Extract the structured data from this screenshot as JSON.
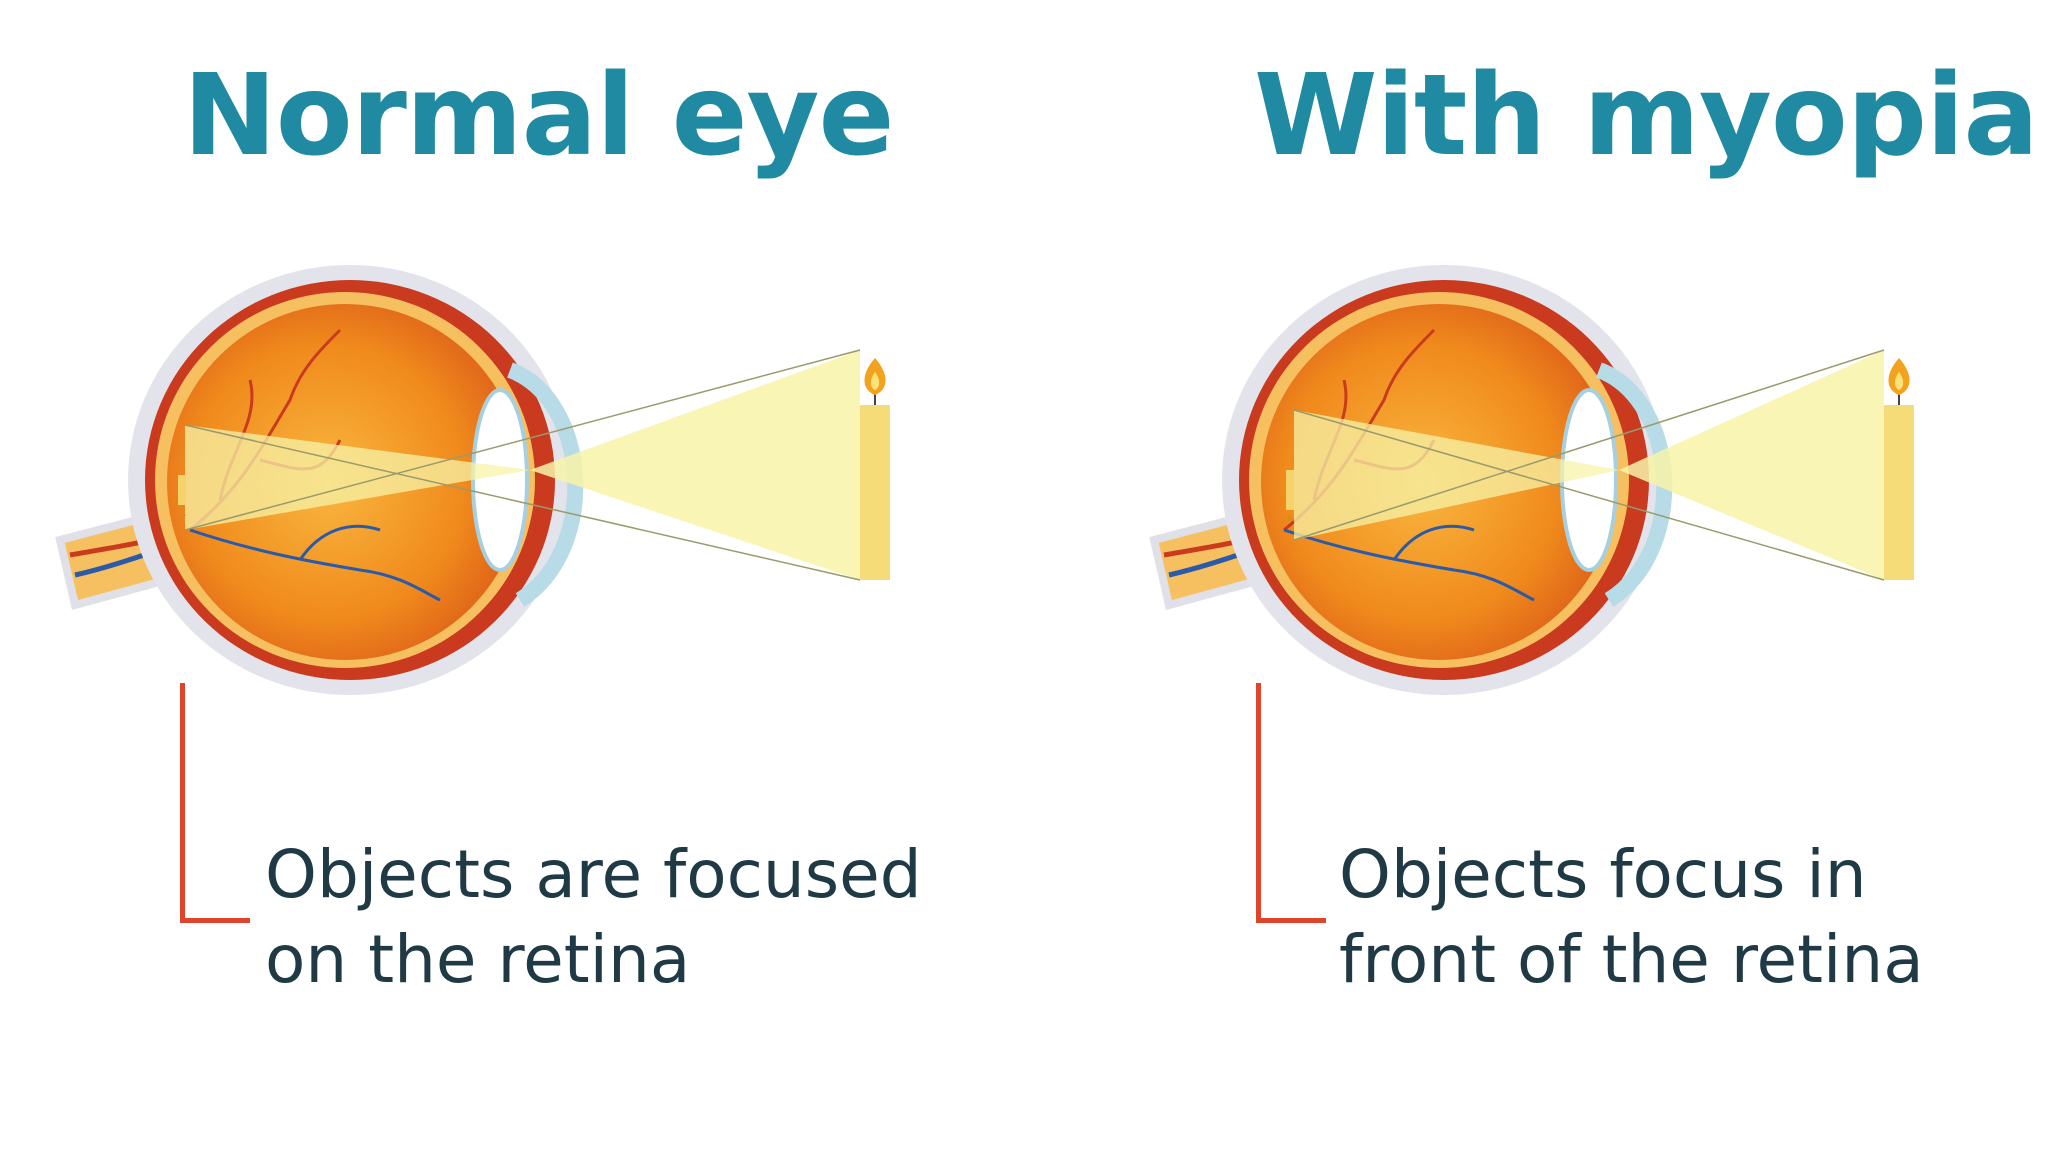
{
  "colors": {
    "title": "#1f8aa2",
    "caption": "#1f3a45",
    "bracket": "#e0442a",
    "eye_orange": "#f08a1c",
    "eye_red": "#c93a1f",
    "light_beam": "#f7f3a8"
  },
  "panels": [
    {
      "title": "Normal eye",
      "caption_lines": [
        "Objects are focused",
        "on the retina"
      ]
    },
    {
      "title": "With myopia",
      "caption_lines": [
        "Objects focus in",
        "front of the retina"
      ]
    }
  ]
}
